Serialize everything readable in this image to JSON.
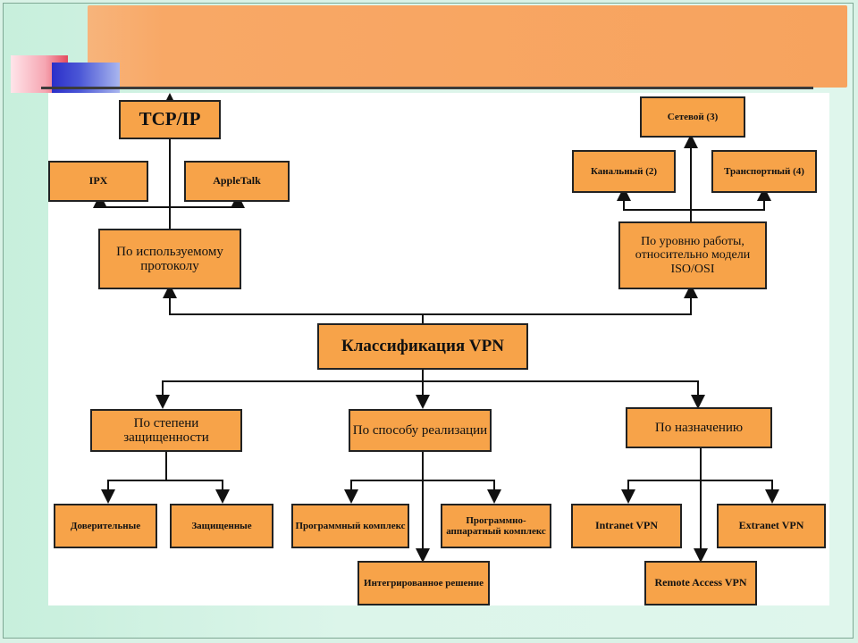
{
  "slide": {
    "accent_orange": "#f7a349",
    "background": "#d9f2e6"
  },
  "diagram": {
    "root": "Классификация VPN",
    "by_protocol": {
      "label": "По используемому протоколу",
      "items": [
        "TCP/IP",
        "IPX",
        "AppleTalk"
      ]
    },
    "by_osi": {
      "label": "По уровню работы, относительно модели ISO/OSI",
      "items": [
        "Сетевой (3)",
        "Канальный (2)",
        "Транспортный (4)"
      ]
    },
    "by_security": {
      "label": "По степени защищенности",
      "items": [
        "Доверительные",
        "Защищенные"
      ]
    },
    "by_implementation": {
      "label": "По способу реализации",
      "items": [
        "Программный комплекс",
        "Программно-аппаратный комплекс",
        "Интегрированное решение"
      ]
    },
    "by_purpose": {
      "label": "По назначению",
      "items": [
        "Intranet VPN",
        "Extranet VPN",
        "Remote Access VPN"
      ]
    }
  }
}
